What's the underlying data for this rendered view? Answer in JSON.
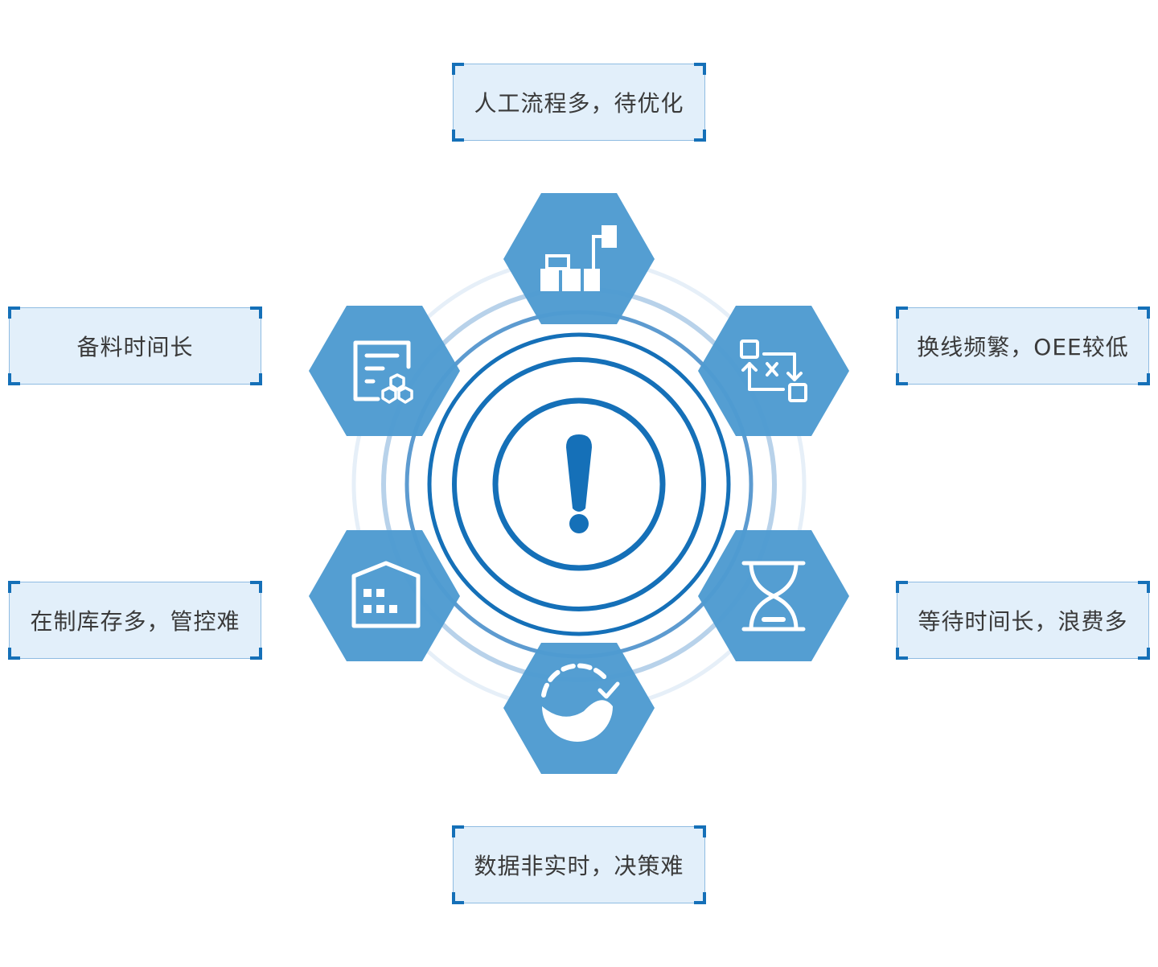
{
  "colors": {
    "hex_fill": "#4e9bd1",
    "ring_dark": "#1570b8",
    "ring_light": "#d8e7f4",
    "icon": "#ffffff",
    "label_bg": "#e2effa",
    "label_border": "#8fbce2",
    "label_text": "#3a3a3a"
  },
  "center": {
    "icon": "exclamation-icon"
  },
  "problems": [
    {
      "id": "process",
      "label": "人工流程多，待优化",
      "icon": "flowchart-icon"
    },
    {
      "id": "changeover",
      "label": "换线频繁，OEE较低",
      "icon": "swap-icon"
    },
    {
      "id": "waiting",
      "label": "等待时间长，浪费多",
      "icon": "hourglass-icon"
    },
    {
      "id": "data",
      "label": "数据非实时，决策难",
      "icon": "gauge-icon"
    },
    {
      "id": "wip",
      "label": "在制库存多，管控难",
      "icon": "warehouse-icon"
    },
    {
      "id": "material",
      "label": "备料时间长",
      "icon": "material-list-icon"
    }
  ]
}
